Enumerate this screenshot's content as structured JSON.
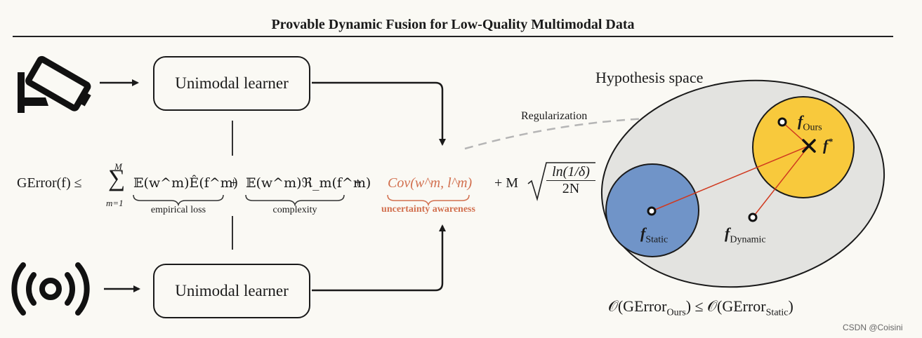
{
  "title": "Provable Dynamic Fusion for Low-Quality Multimodal Data",
  "learners": {
    "top_label": "Unimodal learner",
    "bottom_label": "Unimodal learner"
  },
  "formula": {
    "lhs": "GError(f) ≤",
    "sum_top": "M",
    "sum_symbol": "∑",
    "sum_bottom": "m=1",
    "term1": "𝔼(w^m)Ê(f^m)",
    "term1_label": "empirical loss",
    "plus": "+",
    "term2": "𝔼(w^m)ℜ_m(f^m)",
    "term2_label": "complexity",
    "term3": "Cov(w^m, l^m)",
    "term3_label": "uncertainty awareness",
    "term4_prefix": "+ M",
    "frac_num": "ln(1/δ)",
    "frac_den": "2N"
  },
  "hypothesis": {
    "label": "Hypothesis space",
    "regularization": "Regularization",
    "f_ours": "f",
    "f_ours_sub": "Ours",
    "f_star": "f",
    "f_star_sup": "*",
    "f_static": "f",
    "f_static_sub": "Static",
    "f_dynamic": "f",
    "f_dynamic_sub": "Dynamic"
  },
  "bottom_formula": {
    "left": "𝒪(GError",
    "left_sub": "Ours",
    "middle": ") ≤ 𝒪(GError",
    "right_sub": "Static",
    "right": ")"
  },
  "watermark": "CSDN @Coisini",
  "colors": {
    "accent_orange": "#d2704f",
    "ours_yellow": "#f8c93c",
    "static_blue": "#7094c8",
    "space_gray": "#e3e3e0",
    "line_red": "#d0391f"
  },
  "icons": {
    "camera": "security-camera-icon",
    "signal": "wireless-signal-icon"
  }
}
